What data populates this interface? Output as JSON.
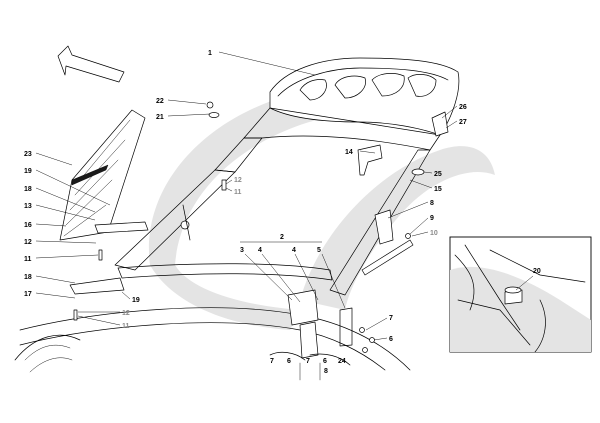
{
  "diagram": {
    "callouts": [
      {
        "id": "c1",
        "text": "1",
        "tone": "normal"
      },
      {
        "id": "c2",
        "text": "2",
        "tone": "normal"
      },
      {
        "id": "c3",
        "text": "3",
        "tone": "normal"
      },
      {
        "id": "c4a",
        "text": "4",
        "tone": "normal"
      },
      {
        "id": "c4b",
        "text": "4",
        "tone": "normal"
      },
      {
        "id": "c5",
        "text": "5",
        "tone": "normal"
      },
      {
        "id": "c6a",
        "text": "6",
        "tone": "normal"
      },
      {
        "id": "c6b",
        "text": "6",
        "tone": "normal"
      },
      {
        "id": "c6c",
        "text": "6",
        "tone": "normal"
      },
      {
        "id": "c7a",
        "text": "7",
        "tone": "normal"
      },
      {
        "id": "c7b",
        "text": "7",
        "tone": "normal"
      },
      {
        "id": "c7c",
        "text": "7",
        "tone": "normal"
      },
      {
        "id": "c8a",
        "text": "8",
        "tone": "normal"
      },
      {
        "id": "c8b",
        "text": "8",
        "tone": "normal"
      },
      {
        "id": "c9",
        "text": "9",
        "tone": "normal"
      },
      {
        "id": "c10",
        "text": "10",
        "tone": "grey"
      },
      {
        "id": "c11a",
        "text": "11",
        "tone": "grey"
      },
      {
        "id": "c11b",
        "text": "11",
        "tone": "normal"
      },
      {
        "id": "c11c",
        "text": "11",
        "tone": "grey"
      },
      {
        "id": "c12a",
        "text": "12",
        "tone": "grey"
      },
      {
        "id": "c12b",
        "text": "12",
        "tone": "normal"
      },
      {
        "id": "c12c",
        "text": "12",
        "tone": "grey"
      },
      {
        "id": "c13",
        "text": "13",
        "tone": "normal"
      },
      {
        "id": "c14",
        "text": "14",
        "tone": "normal"
      },
      {
        "id": "c15",
        "text": "15",
        "tone": "normal"
      },
      {
        "id": "c16",
        "text": "16",
        "tone": "normal"
      },
      {
        "id": "c17",
        "text": "17",
        "tone": "normal"
      },
      {
        "id": "c18a",
        "text": "18",
        "tone": "normal"
      },
      {
        "id": "c18b",
        "text": "18",
        "tone": "normal"
      },
      {
        "id": "c19a",
        "text": "19",
        "tone": "normal"
      },
      {
        "id": "c19b",
        "text": "19",
        "tone": "normal"
      },
      {
        "id": "c20",
        "text": "20",
        "tone": "normal"
      },
      {
        "id": "c21",
        "text": "21",
        "tone": "normal"
      },
      {
        "id": "c22",
        "text": "22",
        "tone": "normal"
      },
      {
        "id": "c23",
        "text": "23",
        "tone": "normal"
      },
      {
        "id": "c24",
        "text": "24",
        "tone": "normal"
      },
      {
        "id": "c25",
        "text": "25",
        "tone": "normal"
      },
      {
        "id": "c26",
        "text": "26",
        "tone": "normal"
      },
      {
        "id": "c27",
        "text": "27",
        "tone": "normal"
      }
    ],
    "icons": {
      "direction_arrow": "front-direction-arrow-icon"
    },
    "colors": {
      "line": "#000000",
      "grey_label": "#8a8a8a",
      "shadow": "#e4e4e4"
    }
  }
}
